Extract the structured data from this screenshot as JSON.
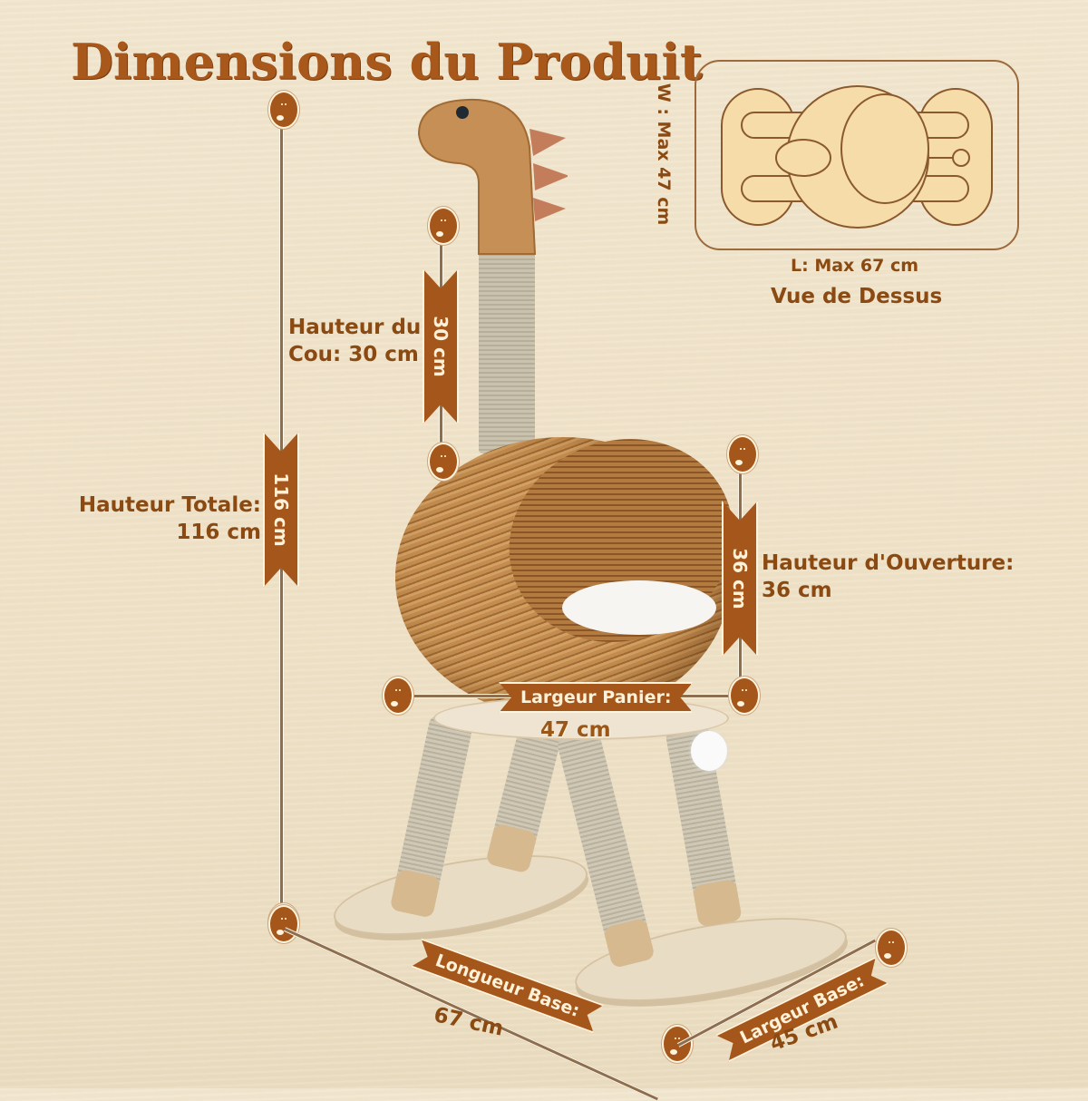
{
  "title": "Dimensions du Produit",
  "top_view": {
    "width_label": "W : Max 47 cm",
    "length_label": "L: Max 67 cm",
    "caption": "Vue de Dessus"
  },
  "dimensions": {
    "total_height": {
      "label_line1": "Hauteur Totale:",
      "label_line2": "116 cm",
      "ribbon": "116 cm"
    },
    "neck_height": {
      "label_line1": "Hauteur du",
      "label_line2": "Cou: 30 cm",
      "ribbon": "30 cm"
    },
    "opening_height": {
      "label_line1": "Hauteur d'Ouverture:",
      "label_line2": "36 cm",
      "ribbon": "36 cm"
    },
    "basket_width": {
      "ribbon": "Largeur Panier:",
      "value": "47 cm"
    },
    "base_length": {
      "ribbon": "Longueur Base:",
      "value": "67 cm"
    },
    "base_width": {
      "ribbon": "Largeur Base:",
      "value": "45 cm"
    }
  },
  "colors": {
    "accent_brown": "#a5561a",
    "text_brown": "#8b4a12",
    "background": "#efe2c8"
  }
}
